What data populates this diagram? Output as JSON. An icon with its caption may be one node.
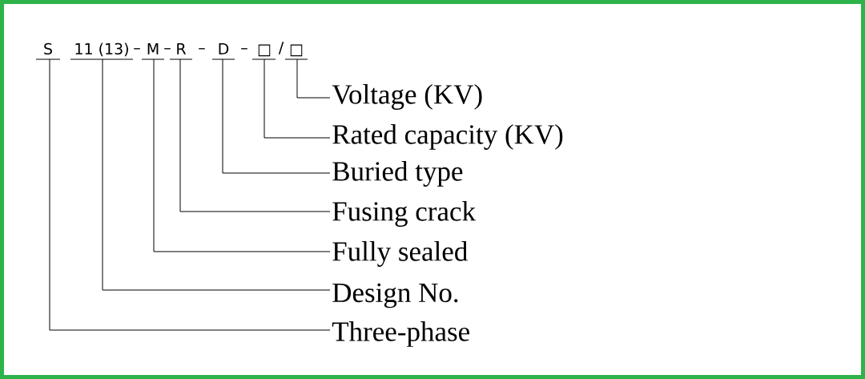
{
  "diagram": {
    "nodes": [
      {
        "text": [
          "S"
        ]
      },
      {
        "text": [
          "11 (13)"
        ]
      },
      {
        "text": [
          "M"
        ]
      },
      {
        "text": [
          "R"
        ]
      },
      {
        "text": [
          "D"
        ]
      },
      {
        "text": [
          "□"
        ]
      },
      {
        "text": [
          "□"
        ]
      },
      {
        "text": [
          "Voltage (KV)"
        ]
      },
      {
        "text": [
          "Rated capacity (KV)"
        ]
      },
      {
        "text": [
          "Buried type"
        ]
      },
      {
        "text": [
          "Fusing crack"
        ]
      },
      {
        "text": [
          "Fully sealed"
        ]
      },
      {
        "text": [
          "Design No."
        ]
      },
      {
        "text": [
          "Three-phase"
        ]
      }
    ],
    "edges": [
      {
        "from": 6,
        "to": 7,
        "arrow": "none"
      },
      {
        "from": 5,
        "to": 8,
        "arrow": "none"
      },
      {
        "from": 4,
        "to": 9,
        "arrow": "none"
      },
      {
        "from": 3,
        "to": 10,
        "arrow": "none"
      },
      {
        "from": 2,
        "to": 11,
        "arrow": "none"
      },
      {
        "from": 1,
        "to": 12,
        "arrow": "none"
      },
      {
        "from": 0,
        "to": 13,
        "arrow": "none"
      }
    ],
    "labels": [
      "–",
      "–",
      "–",
      "–",
      "/"
    ]
  }
}
